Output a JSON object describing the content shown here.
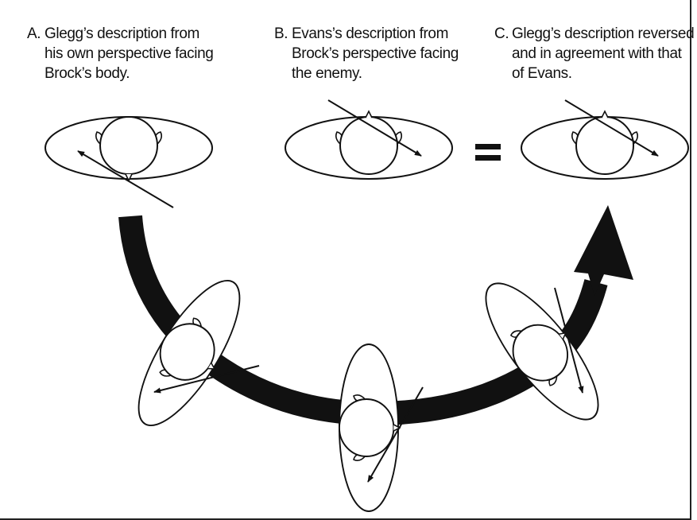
{
  "captions": {
    "a": {
      "letter": "A.",
      "lines": [
        "Glegg’s description from",
        "his own perspective facing",
        "Brock’s body."
      ]
    },
    "b": {
      "letter": "B.",
      "lines": [
        "Evans’s description from",
        "Brock’s perspective facing",
        "the enemy."
      ]
    },
    "c": {
      "letter": "C.",
      "lines": [
        "Glegg’s description reversed",
        "and in agreement with that",
        "of Evans."
      ]
    }
  },
  "equals_sign": "=",
  "colors": {
    "ink": "#111111",
    "background": "#ffffff"
  }
}
